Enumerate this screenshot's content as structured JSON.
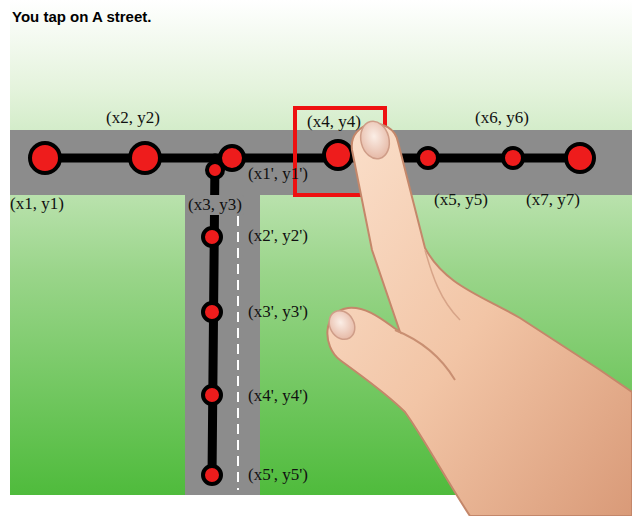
{
  "diagram": {
    "title": "You tap on A street.",
    "labels": [
      "(x2, y2)",
      "(x4, y4)",
      "(x6, y6)",
      "(x1, y1)",
      "(x3, y3)",
      "(x1', y1')",
      "(x5, y5)",
      "(x7, y7)",
      "(x2', y2')",
      "(x3', y3')",
      "(x4', y4')",
      "(x5', y5')"
    ]
  }
}
